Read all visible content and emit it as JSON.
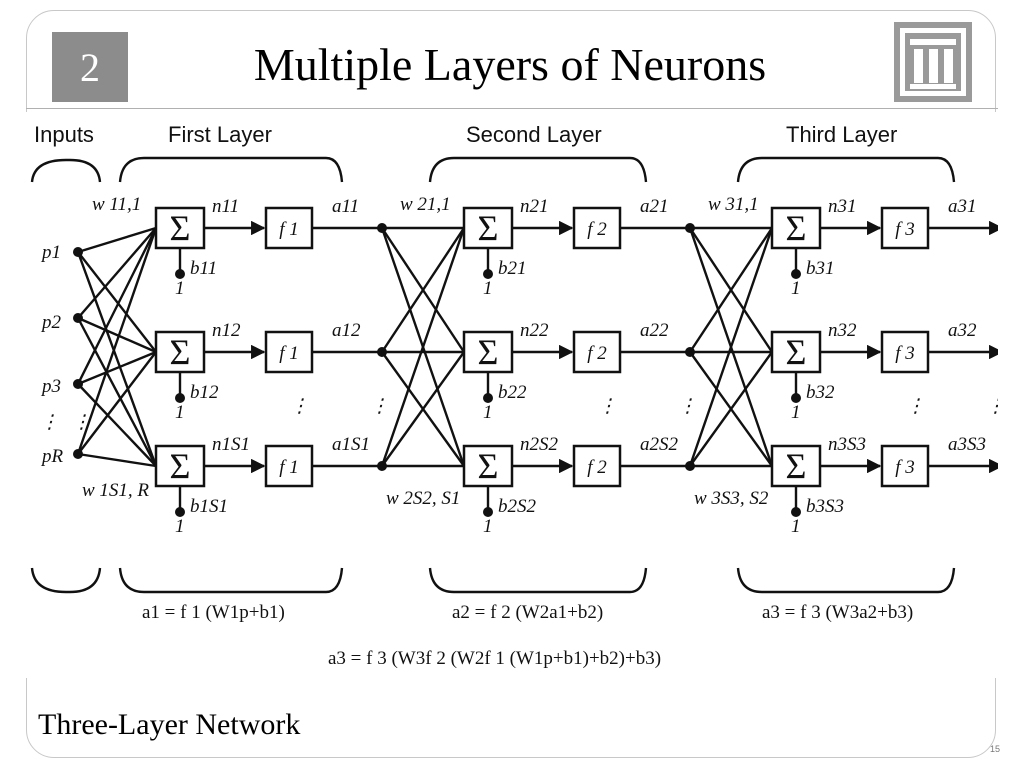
{
  "slide": {
    "number": "2",
    "title": "Multiple Layers of Neurons",
    "caption": "Three-Layer Network",
    "page": "15",
    "logo_icon": "columns-logo-icon"
  },
  "diagram": {
    "group_labels": [
      "Inputs",
      "First Layer",
      "Second Layer",
      "Third Layer"
    ],
    "sum_symbol": "Σ",
    "one": "1",
    "dots": "⋮",
    "inputs": [
      "p1",
      "p2",
      "p3",
      "pR"
    ],
    "layers": [
      {
        "weight_top": "w 11,1",
        "weight_bottom": "w 1S1, R",
        "n": [
          "n11",
          "n12",
          "n1S1"
        ],
        "a": [
          "a11",
          "a12",
          "a1S1"
        ],
        "b": [
          "b11",
          "b12",
          "b1S1"
        ],
        "f": "f 1"
      },
      {
        "weight_top": "w 21,1",
        "weight_bottom": "w 2S2, S1",
        "n": [
          "n21",
          "n22",
          "n2S2"
        ],
        "a": [
          "a21",
          "a22",
          "a2S2"
        ],
        "b": [
          "b21",
          "b22",
          "b2S2"
        ],
        "f": "f 2"
      },
      {
        "weight_top": "w 31,1",
        "weight_bottom": "w 3S3, S2",
        "n": [
          "n31",
          "n32",
          "n3S3"
        ],
        "a": [
          "a31",
          "a32",
          "a3S3"
        ],
        "b": [
          "b31",
          "b32",
          "b3S3"
        ],
        "f": "f 3"
      }
    ],
    "equations": [
      "a1 = f 1 (W1p+b1)",
      "a2 = f 2 (W2a1+b2)",
      "a3 = f 3 (W3a2+b3)"
    ],
    "full_equation": "a3 = f 3 (W3f 2 (W2f 1 (W1p+b1)+b2)+b3)"
  }
}
